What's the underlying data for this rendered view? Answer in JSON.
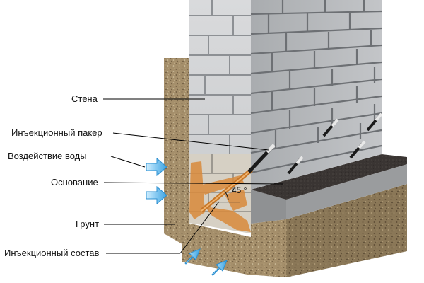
{
  "labels": {
    "wall": "Стена",
    "injection_packer": "Инъекционный пакер",
    "water_impact": "Воздействие воды",
    "foundation": "Основание",
    "soil": "Грунт",
    "injection_compound": "Инъекционный состав"
  },
  "angle": "45 °",
  "colors": {
    "wall_light": "#d4d6d8",
    "wall_dark": "#6f7276",
    "soil": "#a18c6a",
    "foundation_top": "#3a3533",
    "foundation_side": "#8a8c8e",
    "injection": "#d88a3a",
    "arrow": "#5ab4e8",
    "leader_line": "#000000"
  },
  "icons": [
    "water-arrow-icon",
    "injection-packer-icon"
  ]
}
